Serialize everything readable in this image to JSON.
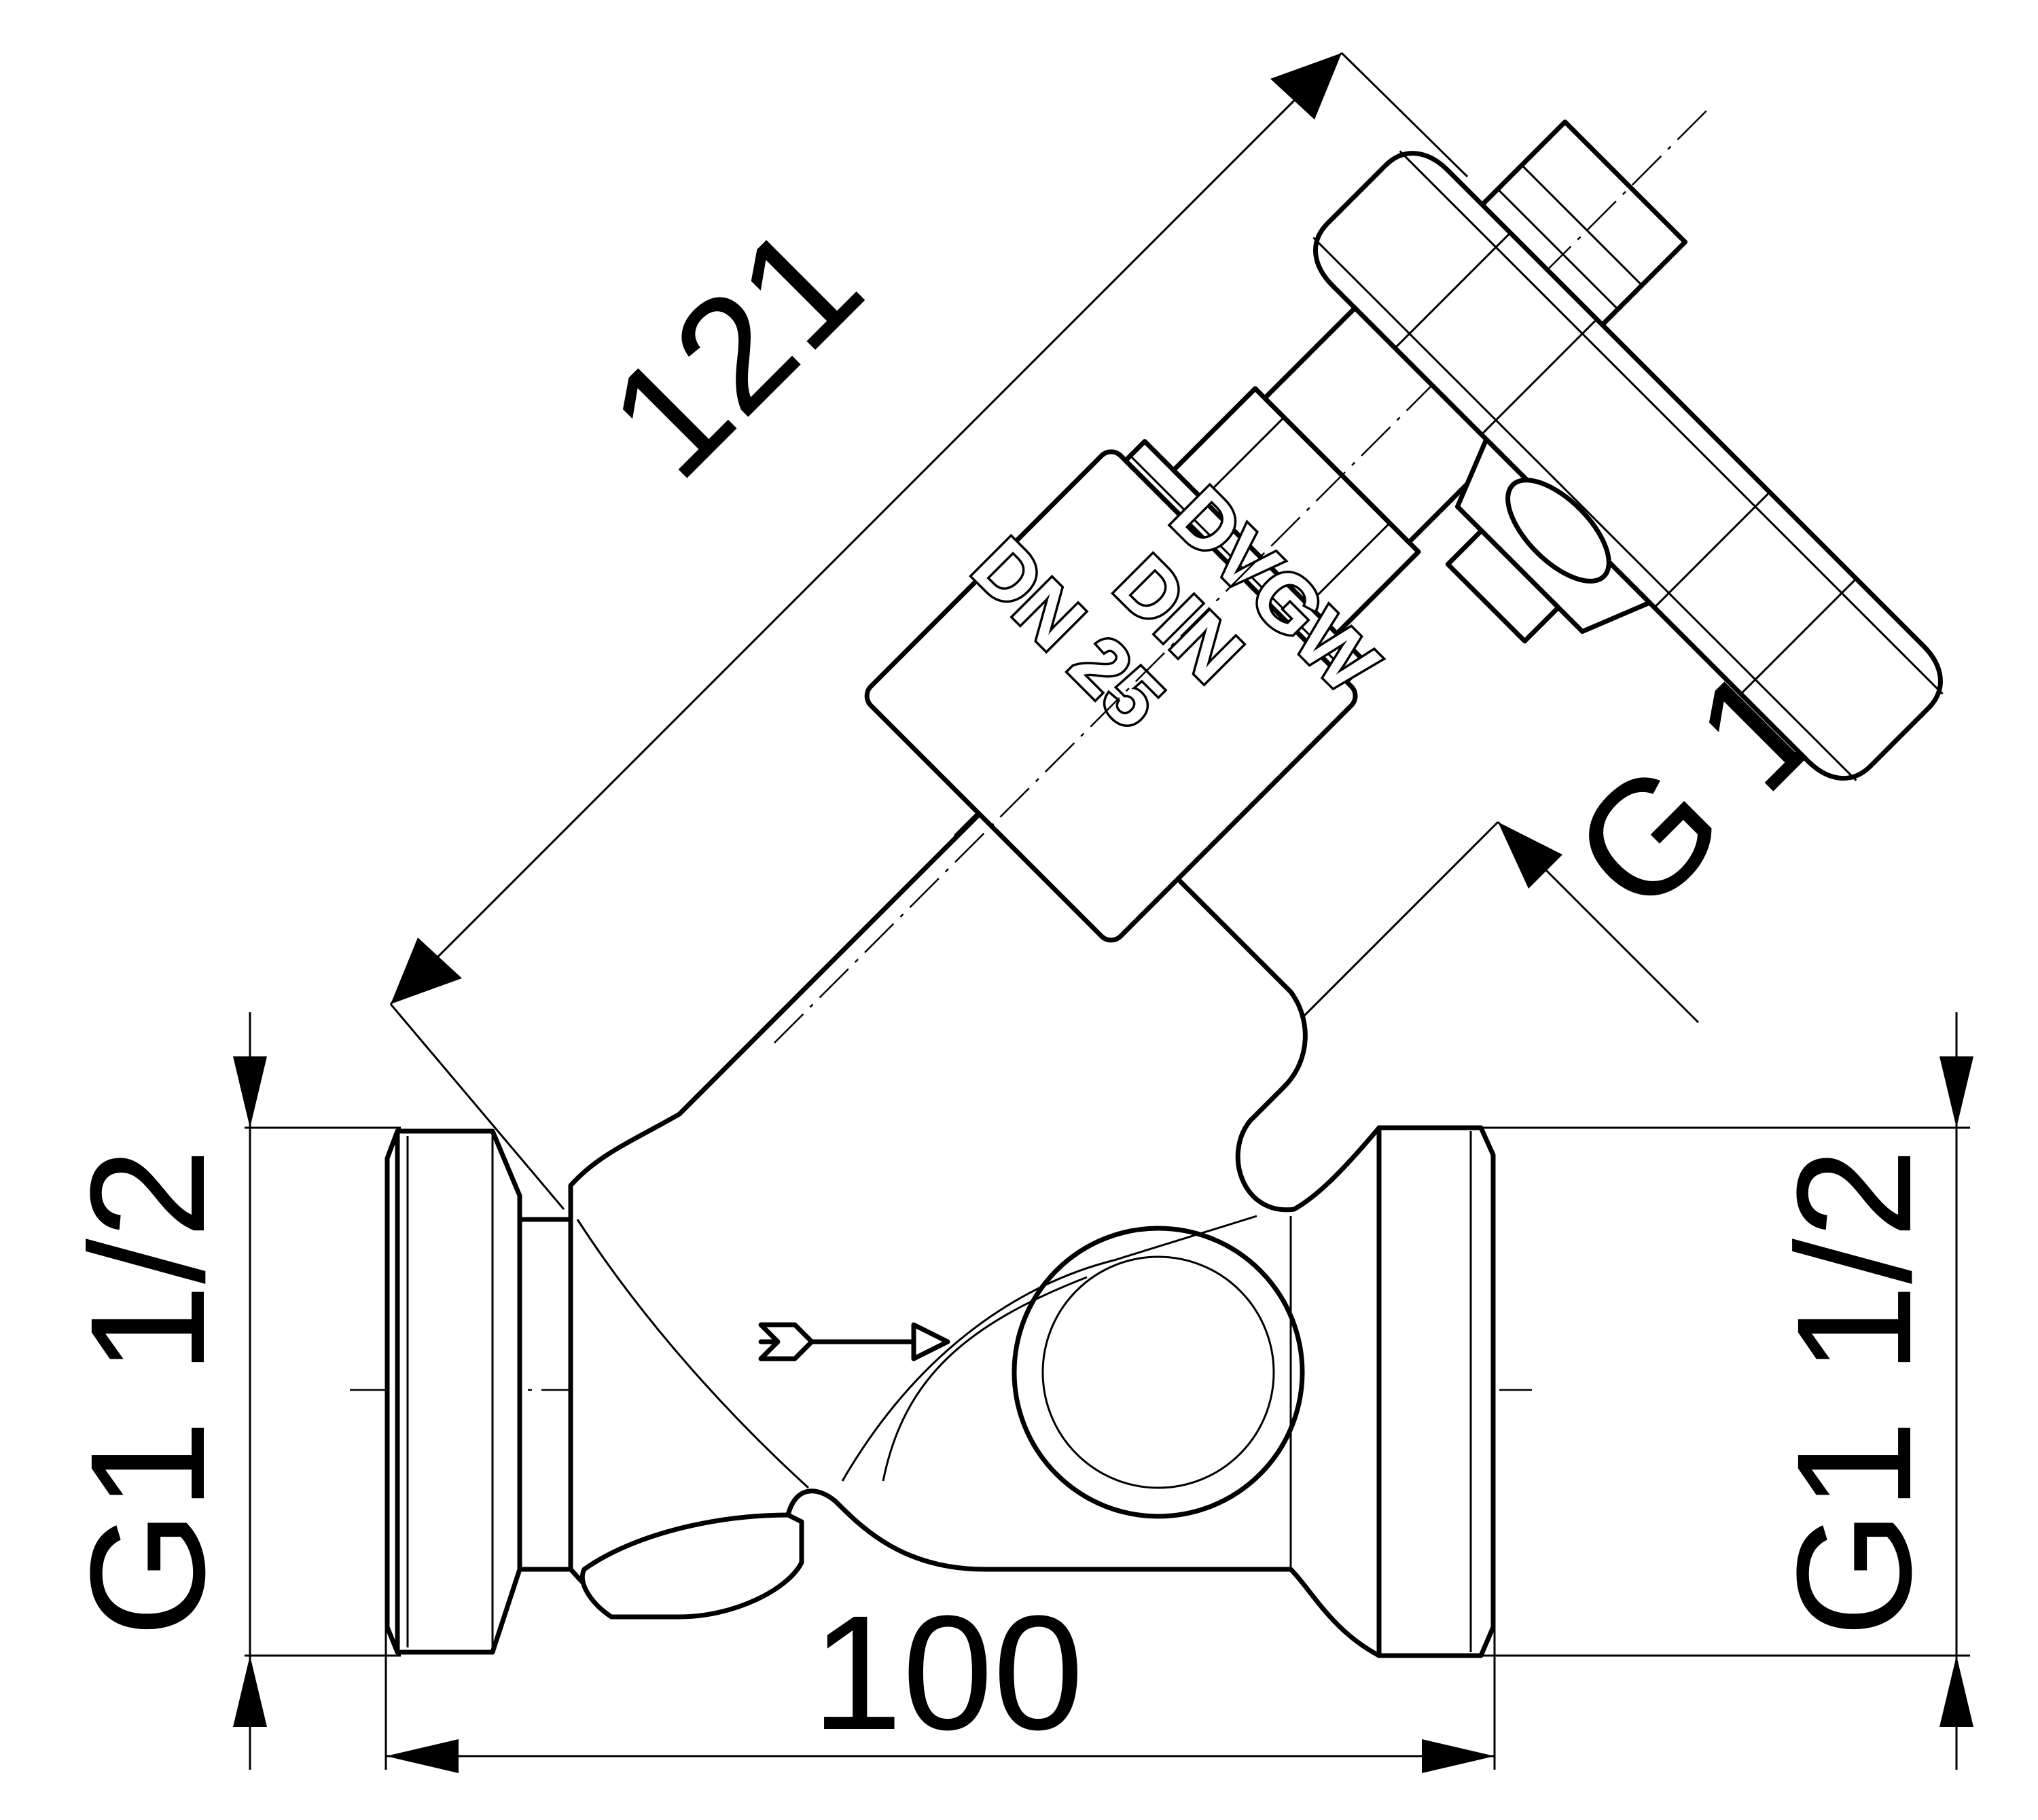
{
  "drawing": {
    "dimensions": {
      "overall_length": "100",
      "diagonal_length": "121",
      "inlet_thread": "G1 1/2",
      "outlet_thread": "G1 1/2",
      "bonnet_thread": "G 1"
    },
    "body_markings": [
      "DN 25",
      "DIN",
      "DVGW"
    ]
  }
}
